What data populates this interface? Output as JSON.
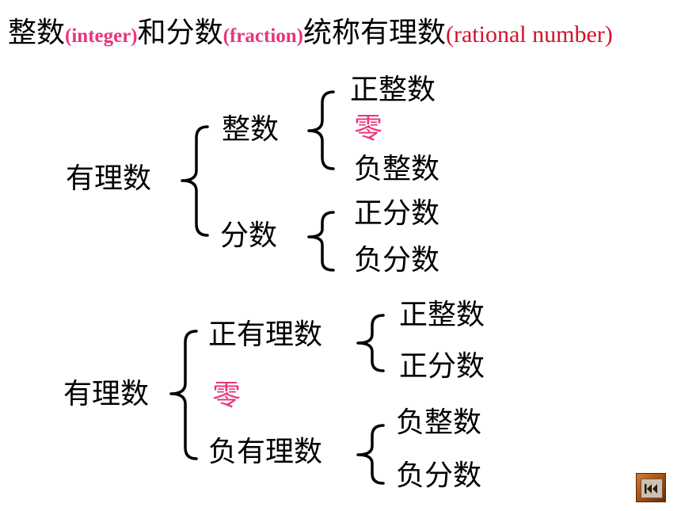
{
  "title": {
    "part1": "整数",
    "en1": "(integer)",
    "part2": "和分数",
    "en2": "(fraction)",
    "part3": "统称有理数",
    "en3": "(rational number)"
  },
  "diagram1": {
    "root": "有理数",
    "integer": "整数",
    "positive_integer": "正整数",
    "zero": "零",
    "negative_integer": "负整数",
    "fraction": "分数",
    "positive_fraction": "正分数",
    "negative_fraction": "负分数"
  },
  "diagram2": {
    "root": "有理数",
    "positive_rational": "正有理数",
    "zero": "零",
    "negative_rational": "负有理数",
    "positive_integer": "正整数",
    "positive_fraction": "正分数",
    "negative_integer": "负整数",
    "negative_fraction": "负分数"
  },
  "colors": {
    "zero": "#e8347e",
    "english_pink": "#e8347e",
    "english_red": "#d3122a"
  },
  "nav": {
    "icon": "skip-back-icon"
  }
}
